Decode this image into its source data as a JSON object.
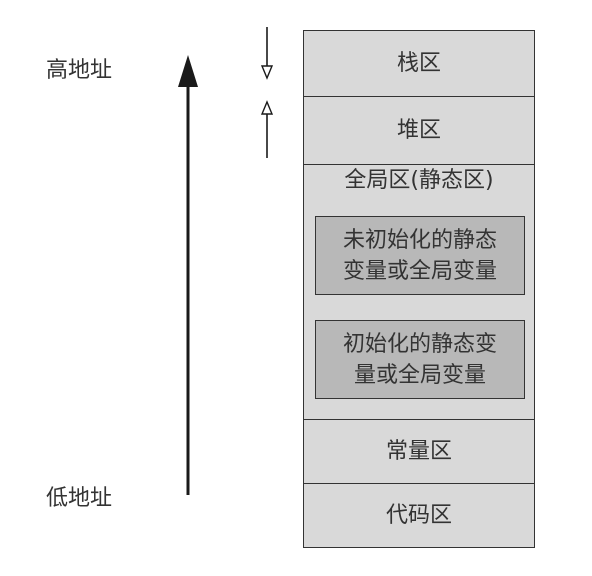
{
  "labels": {
    "high_address": "高地址",
    "low_address": "低地址"
  },
  "segments": {
    "stack": "栈区",
    "heap": "堆区",
    "global": "全局区(静态区)",
    "uninitialized": "未初始化的静态变量或全局变量",
    "initialized": "初始化的静态变量或全局变量",
    "constant": "常量区",
    "code": "代码区"
  },
  "colors": {
    "segment_fill": "#d9d9d9",
    "inner_box_fill": "#b8b8b8",
    "line": "#333333"
  },
  "icons": {
    "address_arrow": "arrow-up-icon",
    "stack_growth": "arrow-down-icon",
    "heap_growth": "arrow-up-icon"
  }
}
